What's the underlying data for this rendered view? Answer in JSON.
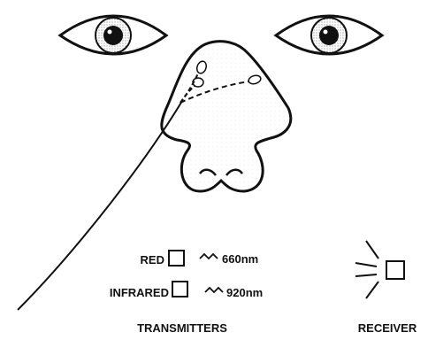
{
  "labels": {
    "red": "RED",
    "red_wavelength": "660nm",
    "infrared": "INFRARED",
    "infrared_wavelength": "920nm",
    "transmitters": "TRANSMITTERS",
    "receiver": "RECEIVER"
  },
  "colors": {
    "ink": "#111111",
    "iris_stipple": "#888888",
    "skin_stipple": "#bbbbbb",
    "background": "#ffffff"
  },
  "icons": {
    "eyes": "eye-icon",
    "nose": "nose-icon",
    "receiver": "light-emitting-receiver-icon",
    "wave": "wave-icon"
  }
}
